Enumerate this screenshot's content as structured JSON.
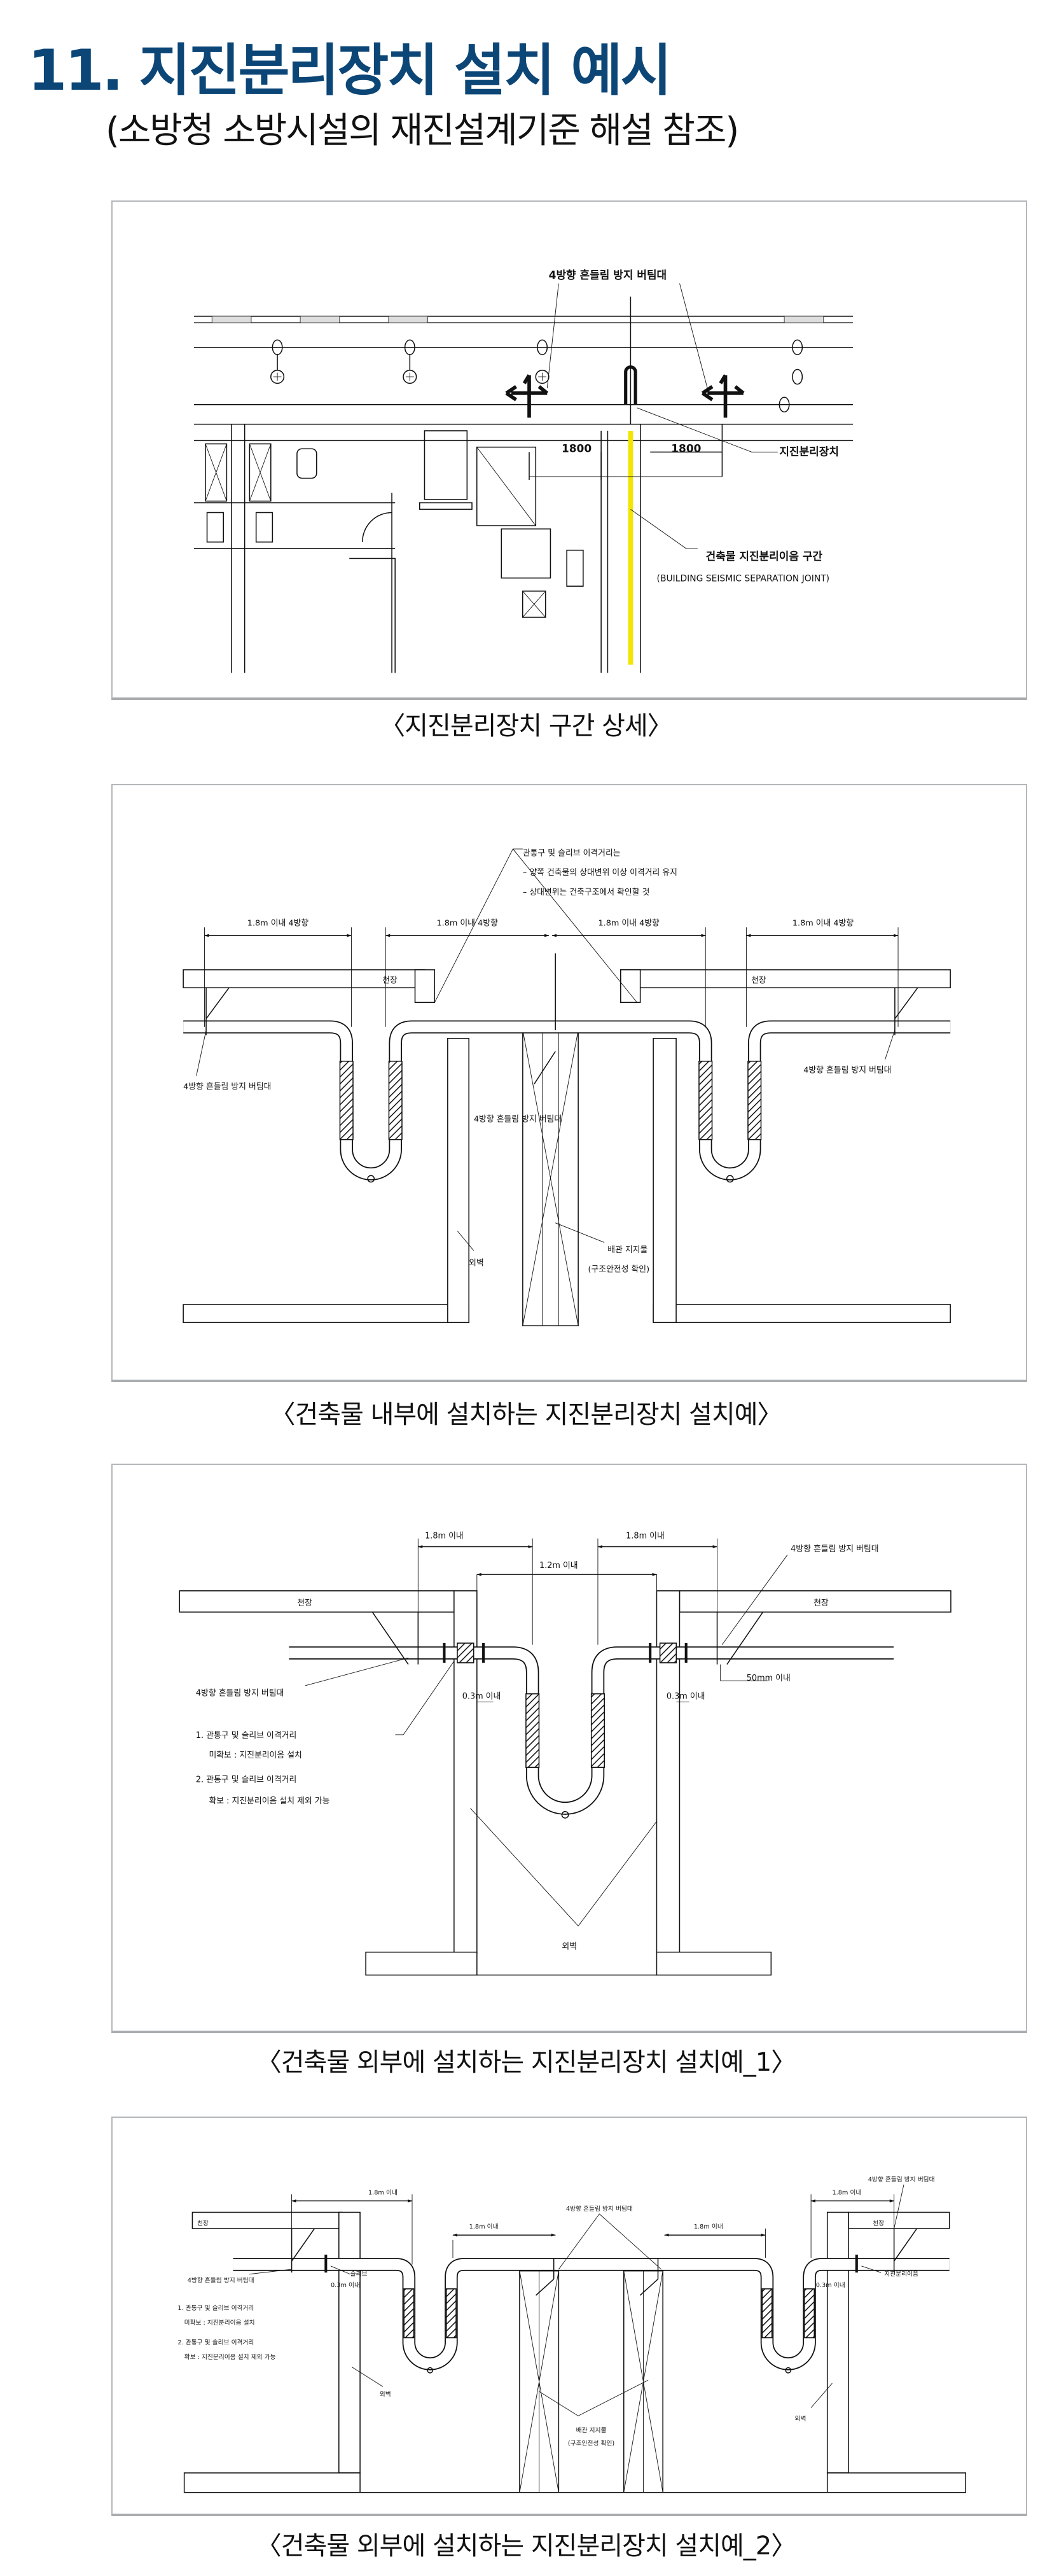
{
  "header": {
    "title": "11. 지진분리장치 설치 예시",
    "subtitle": "(소방청 소방시설의 재진설계기준 해설 참조)"
  },
  "colors": {
    "title": "#0b4677",
    "joint_highlight": "#f2e600",
    "frame_border": "#b4b7ba"
  },
  "figures": [
    {
      "caption": "〈지진분리장치 구간 상세〉",
      "labels": {
        "brace": "4방향 흔들림 방지 버팀대",
        "dim_left": "1800",
        "dim_right": "1800",
        "device": "지진분리장치",
        "joint_kr": "건축물 지진분리이음 구간",
        "joint_en": "(BUILDING SEISMIC SEPARATION JOINT)"
      }
    },
    {
      "caption": "〈건축물 내부에 설치하는 지진분리장치 설치예〉",
      "labels": {
        "note_title": "관통구 및 슬리브 이격거리는",
        "note_1": "– 양쪽 건축물의 상대변위 이상 이격거리 유지",
        "note_2": "– 상대변위는 건축구조에서 확인할 것",
        "dim_1": "1.8m 이내 4방향",
        "dim_2": "1.8m 이내 4방향",
        "dim_3": "1.8m 이내 4방향",
        "dim_4": "1.8m 이내 4방향",
        "ceiling_left": "천장",
        "ceiling_right": "천장",
        "brace_left": "4방향 흔들림 방지 버팀대",
        "brace_center": "4방향 흔들림 방지 버팀대",
        "brace_right": "4방향 흔들림 방지 버팀대",
        "wall": "외벽",
        "support_1": "배관 지지물",
        "support_2": "(구조안전성 확인)"
      }
    },
    {
      "caption": "〈건축물 외부에 설치하는 지진분리장치 설치예_1〉",
      "labels": {
        "dim_left": "1.8m 이내",
        "dim_right": "1.8m 이내",
        "dim_center": "1.2m 이내",
        "brace_right": "4방향 흔들림 방지 버팀대",
        "ceiling_left": "천장",
        "ceiling_right": "천장",
        "brace_left": "4방향 흔들림 방지 버팀대",
        "gap_left": "0.3m 이내",
        "gap_right": "0.3m 이내",
        "gap_50": "50mm 이내",
        "note_1a": "1. 관통구 및 슬리브 이격거리",
        "note_1b": "미확보 : 지진분리이음 설치",
        "note_2a": "2. 관통구 및 슬리브 이격거리",
        "note_2b": "확보 : 지진분리이음 설치 제외 가능",
        "wall": "외벽"
      }
    },
    {
      "caption": "〈건축물 외부에 설치하는 지진분리장치 설치예_2〉",
      "labels": {
        "dim_1": "1.8m 이내",
        "dim_2": "1.8m 이내",
        "dim_3": "1.8m 이내",
        "dim_4": "1.8m 이내",
        "brace_center": "4방향 흔들림 방지 버팀대",
        "brace_right": "4방향 흔들림 방지 버팀대",
        "ceiling_left": "천장",
        "ceiling_right": "천장",
        "brace_left": "4방향 흔들림 방지 버팀대",
        "sleeve": "슬리브",
        "gap_left": "0.3m 이내",
        "gap_right": "0.3m 이내",
        "joint": "지진분리이음",
        "note_1a": "1. 관통구 및 슬리브 이격거리",
        "note_1b": "미확보 : 지진분리이음 설치",
        "note_2a": "2. 관통구 및 슬리브 이격거리",
        "note_2b": "확보 : 지진분리이음 설치 제외 가능",
        "wall_left": "외벽",
        "wall_right": "외벽",
        "support_1": "배관 지지물",
        "support_2": "(구조안전성 확인)"
      }
    }
  ]
}
